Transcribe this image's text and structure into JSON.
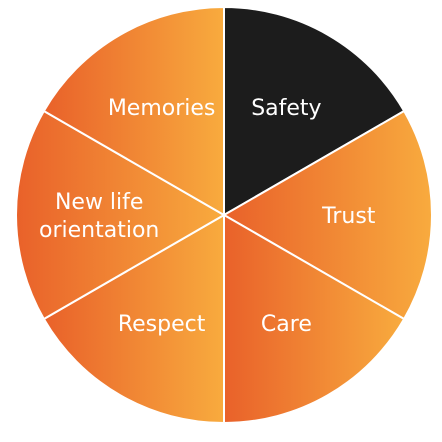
{
  "segments": [
    {
      "id": "safety",
      "lines": [
        "Safety"
      ],
      "color": "#1c1c1c"
    },
    {
      "id": "trust",
      "lines": [
        "Trust"
      ],
      "color": "#f6a23a"
    },
    {
      "id": "care",
      "lines": [
        "Care"
      ],
      "color": "#f28a2e"
    },
    {
      "id": "respect",
      "lines": [
        "Respect"
      ],
      "color": "#ef7a2c"
    },
    {
      "id": "new-life-orientation",
      "lines": [
        "New life",
        "orientation"
      ],
      "color": "#ea6a26"
    },
    {
      "id": "memories",
      "lines": [
        "Memories"
      ],
      "color": "#ee7e2e"
    }
  ],
  "colors": {
    "gradient_left": "#e9612a",
    "gradient_right": "#f8ab3e",
    "divider": "#ffffff"
  }
}
